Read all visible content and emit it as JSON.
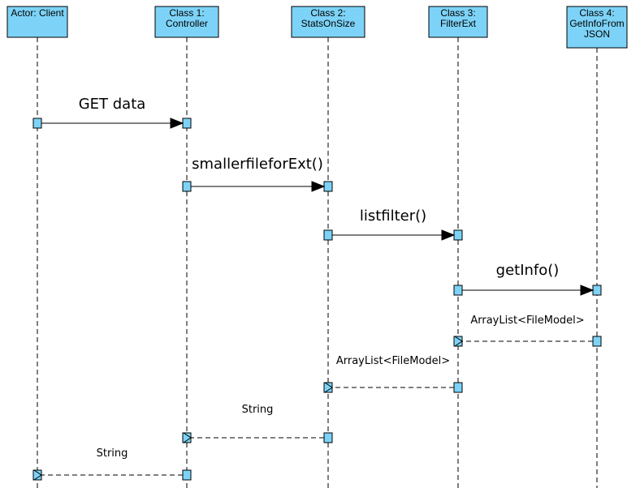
{
  "lifelines": [
    {
      "id": "client",
      "lines": [
        "Actor: Client"
      ]
    },
    {
      "id": "controller",
      "lines": [
        "Class 1:",
        "Controller"
      ]
    },
    {
      "id": "statsonsize",
      "lines": [
        "Class 2:",
        "StatsOnSize"
      ]
    },
    {
      "id": "filterext",
      "lines": [
        "Class 3:",
        "FilterExt"
      ]
    },
    {
      "id": "getinfofromjson",
      "lines": [
        "Class 4:",
        "GetInfoFrom",
        "JSON"
      ]
    }
  ],
  "messages": [
    {
      "from": "client",
      "to": "controller",
      "label": "GET data",
      "kind": "call"
    },
    {
      "from": "controller",
      "to": "statsonsize",
      "label": "smallerfileforExt()",
      "kind": "call"
    },
    {
      "from": "statsonsize",
      "to": "filterext",
      "label": "listfilter()",
      "kind": "call"
    },
    {
      "from": "filterext",
      "to": "getinfofromjson",
      "label": "getInfo()",
      "kind": "call"
    },
    {
      "from": "getinfofromjson",
      "to": "filterext",
      "label": "ArrayList<FileModel>",
      "kind": "return"
    },
    {
      "from": "filterext",
      "to": "statsonsize",
      "label": "ArrayList<FileModel>",
      "kind": "return"
    },
    {
      "from": "statsonsize",
      "to": "controller",
      "label": "String",
      "kind": "return"
    },
    {
      "from": "controller",
      "to": "client",
      "label": "String",
      "kind": "return"
    }
  ],
  "colors": {
    "box_fill": "#7dd3f7",
    "stroke": "#000000"
  }
}
